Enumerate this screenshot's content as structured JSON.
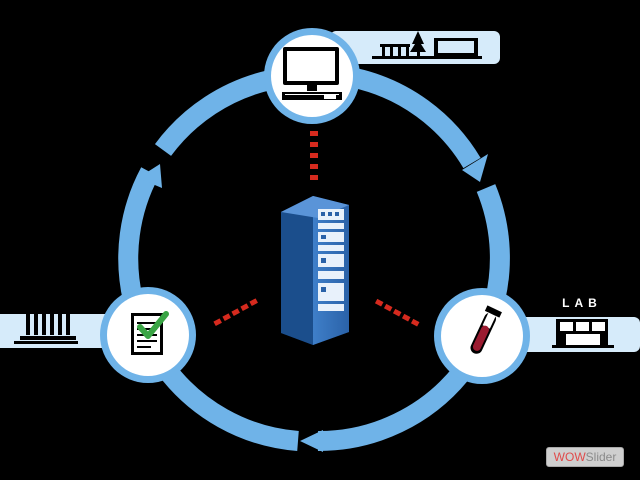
{
  "lab_label": "LAB",
  "watermark": {
    "part1": "WOW",
    "part2": "Slider"
  },
  "nodes": [
    {
      "name": "workstation",
      "icon": "computer-monitor-icon",
      "context_icon": "office-building-icon"
    },
    {
      "name": "records",
      "icon": "checklist-document-icon",
      "context_icon": "government-building-icon"
    },
    {
      "name": "sample",
      "icon": "test-tube-icon",
      "context_icon": "lab-building-icon"
    },
    {
      "name": "server",
      "icon": "server-rack-icon"
    }
  ],
  "colors": {
    "background": "#000000",
    "ring": "#6fb3e8",
    "ring_light": "#b9dcf5",
    "node_fill": "#ffffff",
    "panel": "#d6ebfa",
    "connector": "#d62a1e",
    "server_dark": "#1b4e8c",
    "server_light": "#3d7bc6",
    "tube_liquid": "#9b1b30",
    "check": "#3aa545",
    "watermark_red": "#e04a4a",
    "watermark_gray": "#8a8a8a"
  }
}
